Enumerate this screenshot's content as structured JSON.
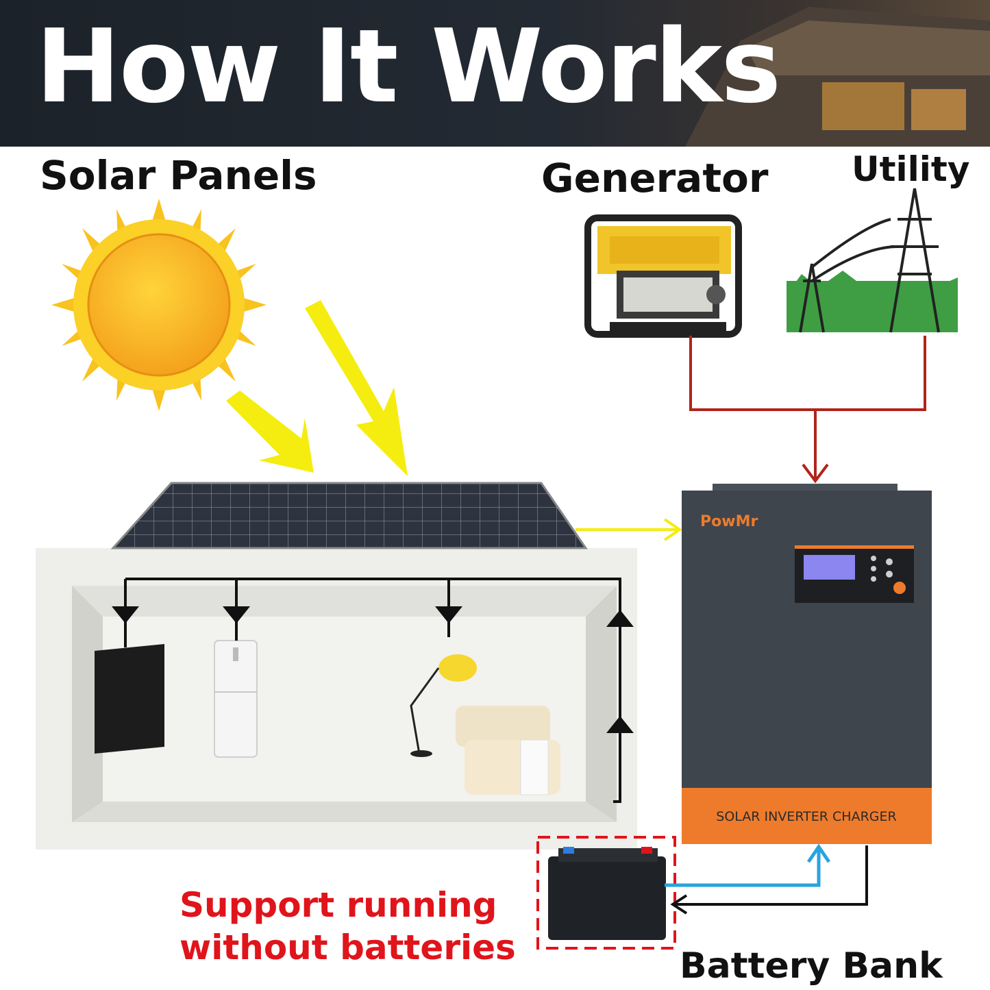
{
  "header": {
    "title": "How It Works"
  },
  "sources": {
    "solar_label": "Solar Panels",
    "generator_label": "Generator",
    "utility_label": "Utility"
  },
  "inverter": {
    "brand": "PowMr",
    "front_label": "SOLAR INVERTER CHARGER"
  },
  "battery": {
    "label": "Battery Bank"
  },
  "note": {
    "line1": "Support running",
    "line2": "without batteries"
  },
  "colors": {
    "grid_arrow": "#b0241a",
    "solar_arrow": "#f5ec10",
    "inverter_body": "#3f454d",
    "inverter_accent": "#ee7b2b",
    "battery_charge_arrow": "#29a3df",
    "note_text": "#e0141b"
  }
}
